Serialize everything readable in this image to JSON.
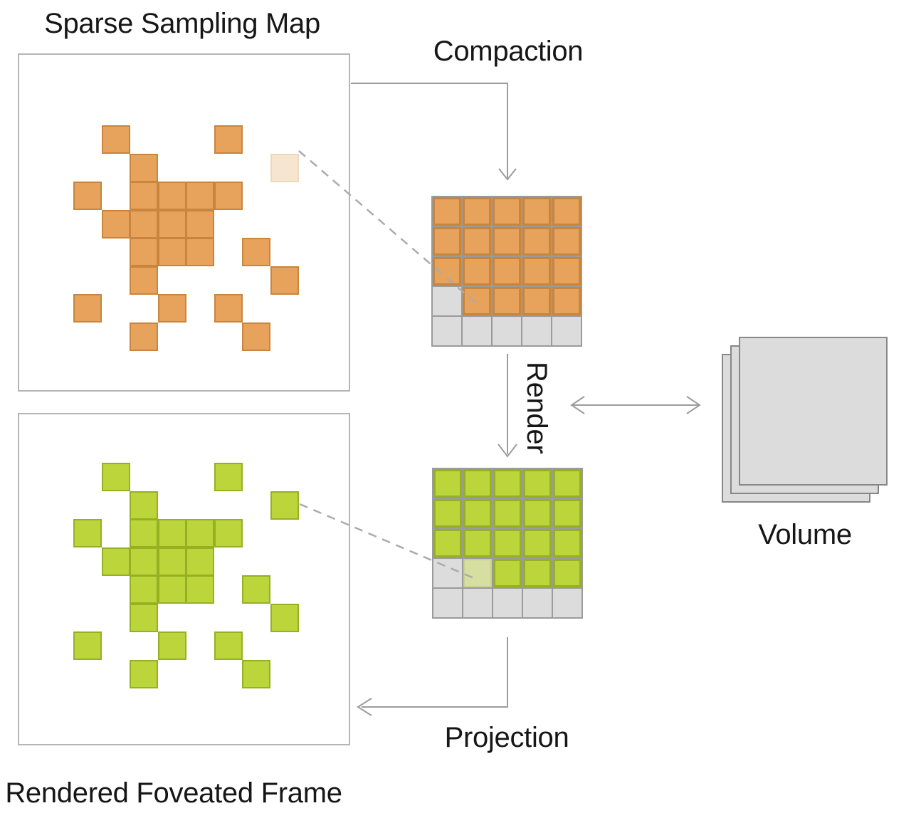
{
  "diagram": {
    "title_top": "Sparse Sampling Map",
    "title_bottom": "Rendered Foveated Frame",
    "label_compaction": "Compaction",
    "label_render": "Render",
    "label_projection": "Projection",
    "label_volume": "Volume"
  },
  "colors": {
    "orange_fill": "#E7A25C",
    "orange_border": "#C9853C",
    "orange_faded_fill": "#F7E6CF",
    "orange_faded_border": "#EFD9BC",
    "green_fill": "#BCD53B",
    "green_border": "#95B123",
    "green_faded_fill": "#D6DEA0",
    "green_faded_border": "#C8D18E",
    "gray_cell_fill": "#DCDCDC",
    "grid_line": "#9B9B9B",
    "box_border": "#B5B5B5",
    "arrow": "#9C9C9C",
    "dashed_line": "#ABABAB",
    "volume_fill": "#DCDCDC",
    "volume_border": "#878787",
    "text": "#161616",
    "background": "#FFFFFF"
  },
  "sparse_pattern": {
    "grid_cols": 8,
    "grid_rows": 8,
    "cells": [
      [
        1,
        0
      ],
      [
        5,
        0
      ],
      [
        2,
        1
      ],
      [
        7,
        1
      ],
      [
        0,
        2
      ],
      [
        2,
        2
      ],
      [
        3,
        2
      ],
      [
        4,
        2
      ],
      [
        5,
        2
      ],
      [
        1,
        3
      ],
      [
        2,
        3
      ],
      [
        3,
        3
      ],
      [
        4,
        3
      ],
      [
        2,
        4
      ],
      [
        3,
        4
      ],
      [
        4,
        4
      ],
      [
        6,
        4
      ],
      [
        2,
        5
      ],
      [
        7,
        5
      ],
      [
        0,
        6
      ],
      [
        3,
        6
      ],
      [
        5,
        6
      ],
      [
        2,
        7
      ],
      [
        6,
        7
      ]
    ],
    "sparse_map_faded_cells": [
      [
        7,
        1
      ]
    ],
    "rendered_frame_faded_cells": []
  },
  "compact_grids": {
    "orange": [
      [
        "filled",
        "filled",
        "filled",
        "filled",
        "filled"
      ],
      [
        "filled",
        "filled",
        "filled",
        "filled",
        "filled"
      ],
      [
        "filled",
        "filled",
        "filled",
        "filled",
        "filled"
      ],
      [
        "empty",
        "filled",
        "filled",
        "filled",
        "filled"
      ],
      [
        "empty",
        "empty",
        "empty",
        "empty",
        "empty"
      ]
    ],
    "green": [
      [
        "filled",
        "filled",
        "filled",
        "filled",
        "filled"
      ],
      [
        "filled",
        "filled",
        "filled",
        "filled",
        "filled"
      ],
      [
        "filled",
        "filled",
        "filled",
        "filled",
        "filled"
      ],
      [
        "empty",
        "faded",
        "filled",
        "filled",
        "filled"
      ],
      [
        "empty",
        "empty",
        "empty",
        "empty",
        "empty"
      ]
    ]
  }
}
